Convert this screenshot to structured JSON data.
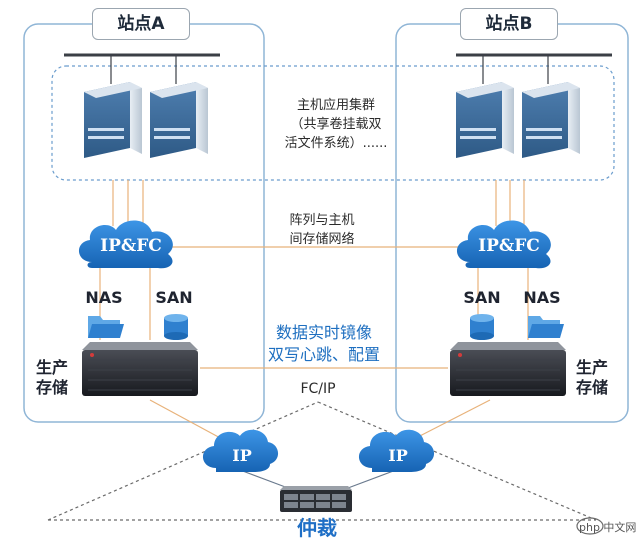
{
  "sites": {
    "a_title": "站点A",
    "b_title": "站点B"
  },
  "cluster": {
    "line1": "主机应用集群",
    "line2": "（共享卷挂载双",
    "line3": "活文件系统）......"
  },
  "network": {
    "line1": "阵列与主机",
    "line2": "间存储网络"
  },
  "clouds": {
    "ipfc_left": "IP&FC",
    "ipfc_right": "IP&FC",
    "ip_left": "IP",
    "ip_right": "IP"
  },
  "protocols": {
    "nas_left": "NAS",
    "san_left": "SAN",
    "san_right": "SAN",
    "nas_right": "NAS"
  },
  "mirror": {
    "line1": "数据实时镜像",
    "line2": "双写心跳、配置"
  },
  "storage": {
    "left_line1": "生产",
    "left_line2": "存储",
    "right_line1": "生产",
    "right_line2": "存储"
  },
  "fcip_label": "FC/IP",
  "arbiter_label": "仲裁",
  "watermark": "php 中文网",
  "colors": {
    "cloud_blue": "#1f78d1",
    "link_orange": "#e8b27a",
    "site_border": "#8fb5d6",
    "label_blue": "#1e6fc0"
  }
}
